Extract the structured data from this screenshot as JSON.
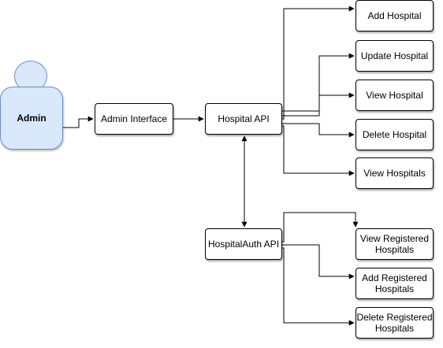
{
  "actor": {
    "label": "Admin"
  },
  "nodes": {
    "admin_interface": "Admin Interface",
    "hospital_api": "Hospital API",
    "hospitalauth_api": "HospitalAuth API",
    "add_hospital": "Add Hospital",
    "update_hospital": "Update Hospital",
    "view_hospital": "View Hospital",
    "delete_hospital": "Delete Hospital",
    "view_hospitals": "View Hospitals",
    "view_registered_hospitals": "View Registered\nHospitals",
    "add_registered_hospitals": "Add Registered\nHospitals",
    "delete_registered_hospitals": "Delete Registered\nHospitals"
  },
  "colors": {
    "actor_fill": "#dae8fc",
    "actor_stroke": "#6c8ebf",
    "stroke": "#000000"
  }
}
